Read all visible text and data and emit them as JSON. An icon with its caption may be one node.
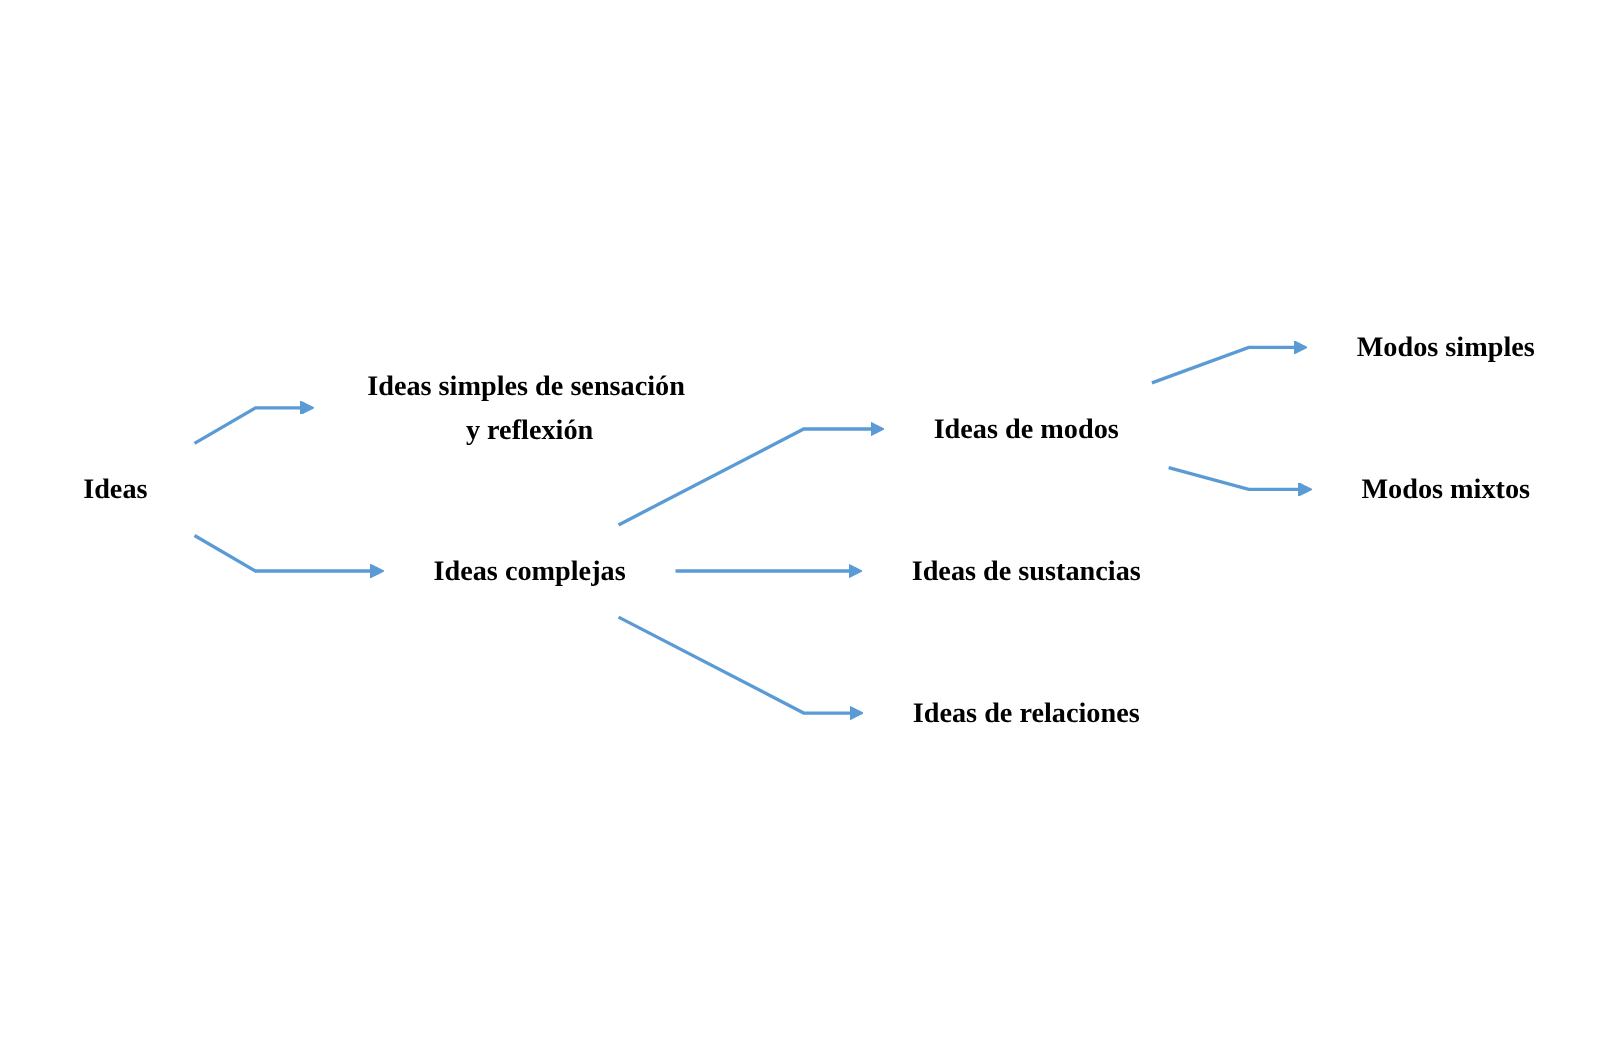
{
  "diagram": {
    "nodes": [
      {
        "text": [
          "Ideas"
        ]
      },
      {
        "text": [
          "Ideas simples de sensación y reflexión"
        ]
      },
      {
        "text": [
          "Ideas complejas"
        ]
      },
      {
        "text": [
          "Ideas de modos"
        ]
      },
      {
        "text": [
          "Ideas de sustancias"
        ]
      },
      {
        "text": [
          "Ideas de relaciones"
        ]
      },
      {
        "text": [
          "Modos simples"
        ]
      },
      {
        "text": [
          "Modos mixtos"
        ]
      }
    ],
    "edges": [
      {
        "from": 0,
        "to": 1,
        "arrow": "to"
      },
      {
        "from": 0,
        "to": 2,
        "arrow": "to"
      },
      {
        "from": 2,
        "to": 3,
        "arrow": "to"
      },
      {
        "from": 2,
        "to": 4,
        "arrow": "to"
      },
      {
        "from": 2,
        "to": 5,
        "arrow": "to"
      },
      {
        "from": 3,
        "to": 6,
        "arrow": "to"
      },
      {
        "from": 3,
        "to": 7,
        "arrow": "to"
      }
    ]
  }
}
